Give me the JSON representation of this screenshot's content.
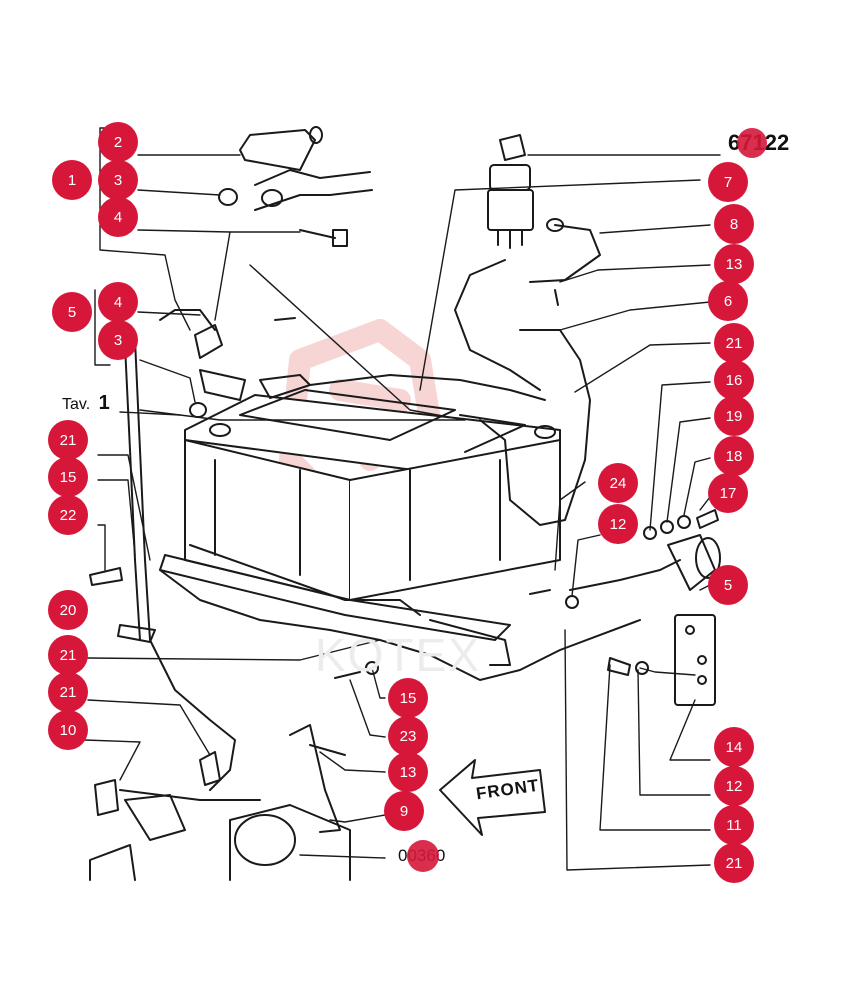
{
  "diagram": {
    "ref_top": "67122",
    "ref_bottom": "00360",
    "tav_prefix": "Tav.",
    "tav_number": "1",
    "front_label": "FRONT",
    "watermark_text": "KOTEX",
    "callout_color": "#d6173a",
    "line_color": "#1a1a1a",
    "watermark_color": "#f2b3b3"
  },
  "callouts": [
    {
      "id": "c1",
      "label": "1"
    },
    {
      "id": "c2",
      "label": "2"
    },
    {
      "id": "c3a",
      "label": "3"
    },
    {
      "id": "c4a",
      "label": "4"
    },
    {
      "id": "c5a",
      "label": "5"
    },
    {
      "id": "c4b",
      "label": "4"
    },
    {
      "id": "c3b",
      "label": "3"
    },
    {
      "id": "c7",
      "label": "7"
    },
    {
      "id": "c8",
      "label": "8"
    },
    {
      "id": "c13a",
      "label": "13"
    },
    {
      "id": "c6",
      "label": "6"
    },
    {
      "id": "c21a",
      "label": "21"
    },
    {
      "id": "c16",
      "label": "16"
    },
    {
      "id": "c19",
      "label": "19"
    },
    {
      "id": "c18",
      "label": "18"
    },
    {
      "id": "c17",
      "label": "17"
    },
    {
      "id": "c24",
      "label": "24"
    },
    {
      "id": "c12a",
      "label": "12"
    },
    {
      "id": "c5b",
      "label": "5"
    },
    {
      "id": "c21b",
      "label": "21"
    },
    {
      "id": "c15a",
      "label": "15"
    },
    {
      "id": "c22",
      "label": "22"
    },
    {
      "id": "c20",
      "label": "20"
    },
    {
      "id": "c21c",
      "label": "21"
    },
    {
      "id": "c15b",
      "label": "15"
    },
    {
      "id": "c21d",
      "label": "21"
    },
    {
      "id": "c23",
      "label": "23"
    },
    {
      "id": "c10",
      "label": "10"
    },
    {
      "id": "c13b",
      "label": "13"
    },
    {
      "id": "c9",
      "label": "9"
    },
    {
      "id": "c14",
      "label": "14"
    },
    {
      "id": "c12b",
      "label": "12"
    },
    {
      "id": "c11",
      "label": "11"
    },
    {
      "id": "c21e",
      "label": "21"
    }
  ]
}
